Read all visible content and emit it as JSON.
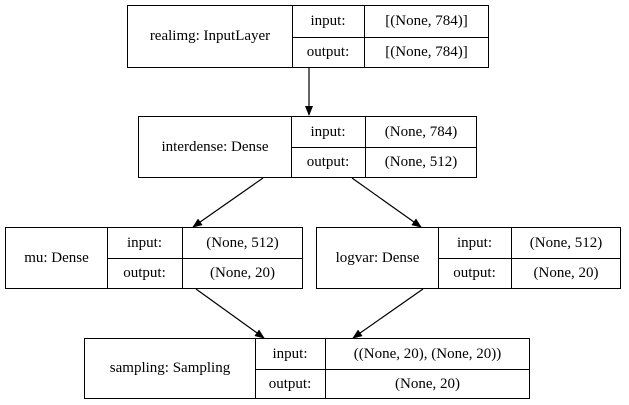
{
  "layers": [
    {
      "name": "realimg: InputLayer",
      "input_label": "input:",
      "input_shape": "[(None, 784)]",
      "output_label": "output:",
      "output_shape": "[(None, 784)]"
    },
    {
      "name": "interdense: Dense",
      "input_label": "input:",
      "input_shape": "(None, 784)",
      "output_label": "output:",
      "output_shape": "(None, 512)"
    },
    {
      "name": "mu: Dense",
      "input_label": "input:",
      "input_shape": "(None, 512)",
      "output_label": "output:",
      "output_shape": "(None, 20)"
    },
    {
      "name": "logvar: Dense",
      "input_label": "input:",
      "input_shape": "(None, 512)",
      "output_label": "output:",
      "output_shape": "(None, 20)"
    },
    {
      "name": "sampling: Sampling",
      "input_label": "input:",
      "input_shape": "((None, 20), (None, 20))",
      "output_label": "output:",
      "output_shape": "(None, 20)"
    }
  ],
  "edges": [
    {
      "from": "realimg: InputLayer",
      "to": "interdense: Dense"
    },
    {
      "from": "interdense: Dense",
      "to": "mu: Dense"
    },
    {
      "from": "interdense: Dense",
      "to": "logvar: Dense"
    },
    {
      "from": "mu: Dense",
      "to": "sampling: Sampling"
    },
    {
      "from": "logvar: Dense",
      "to": "sampling: Sampling"
    }
  ]
}
